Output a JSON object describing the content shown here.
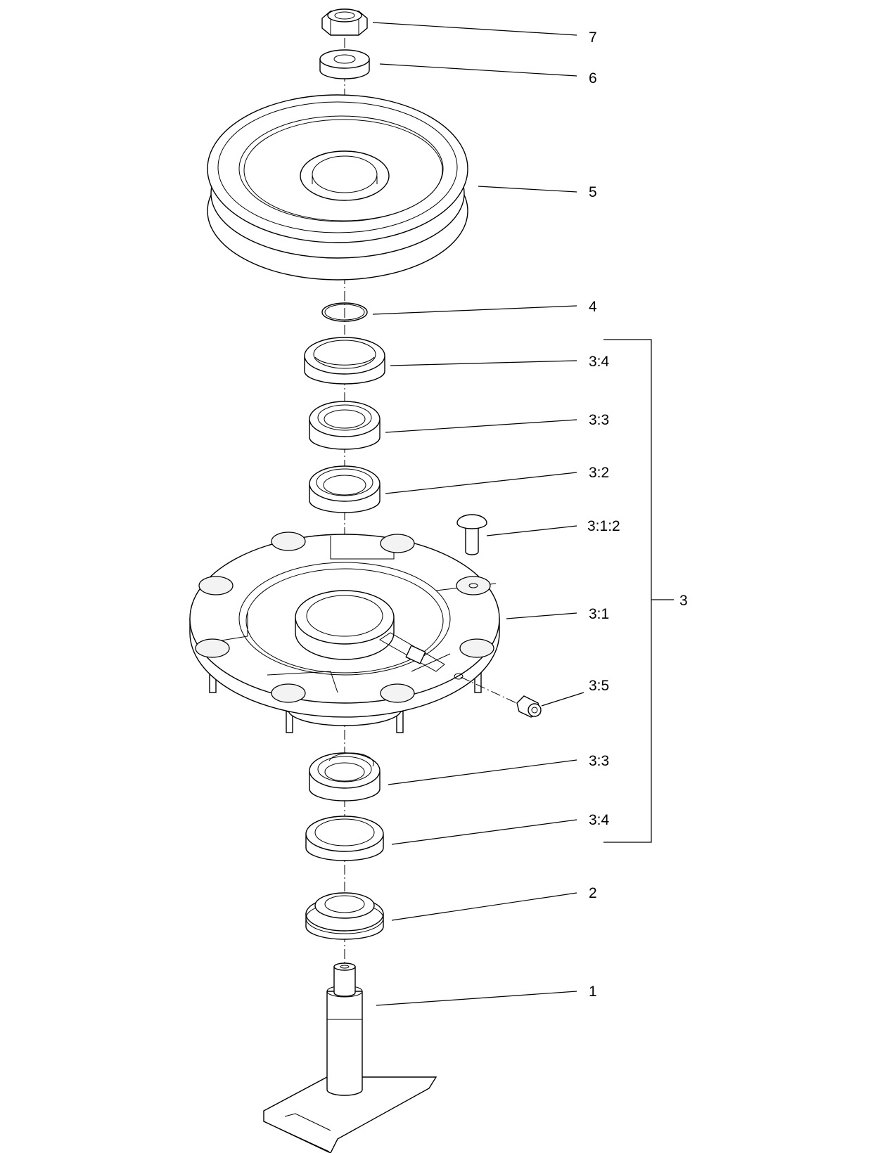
{
  "callouts": {
    "c7": "7",
    "c6": "6",
    "c5": "5",
    "c4": "4",
    "c3_4_top": "3:4",
    "c3_3_top": "3:3",
    "c3_2": "3:2",
    "c3_1_2": "3:1:2",
    "c3_1": "3:1",
    "c3": "3",
    "c3_5": "3:5",
    "c3_3_bottom": "3:3",
    "c3_4_bottom": "3:4",
    "c2": "2",
    "c1": "1"
  }
}
